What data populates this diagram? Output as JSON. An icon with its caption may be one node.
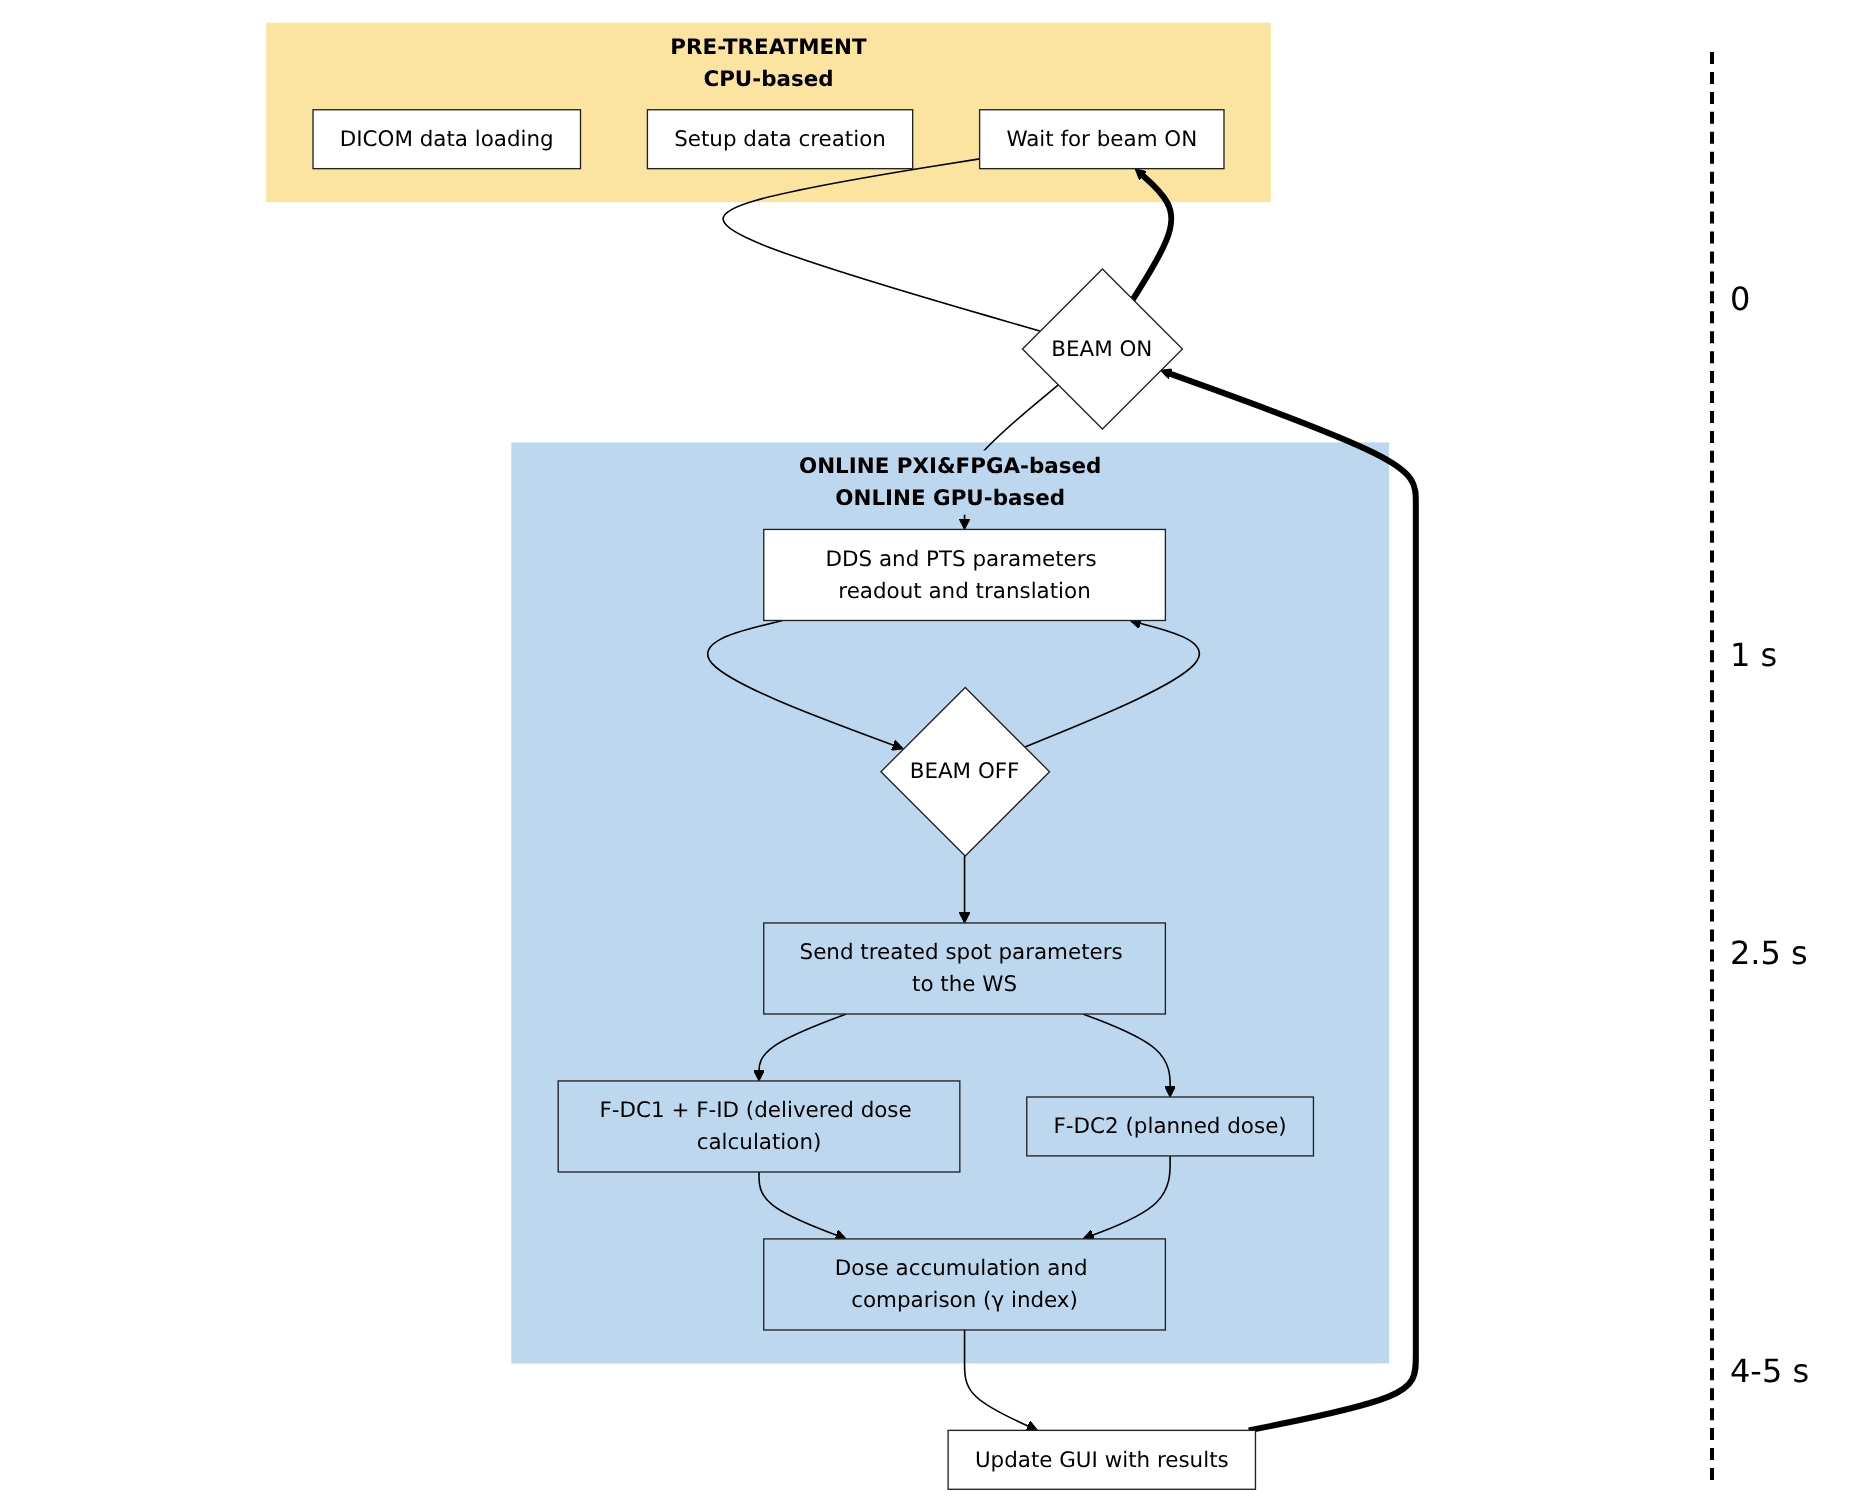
{
  "diagram": {
    "nodes": [
      {
        "text": [
          "PRE-TREATMENT",
          "CPU-based"
        ]
      },
      {
        "text": [
          "DICOM data loading"
        ],
        "in": 0
      },
      {
        "text": [
          "Setup data creation"
        ],
        "in": 0
      },
      {
        "text": [
          "Wait for beam ON"
        ],
        "in": 0
      },
      {
        "text": [
          "BEAM ON"
        ]
      },
      {
        "text": [
          "ONLINE PXI&FPGA-based",
          "ONLINE GPU-based"
        ]
      },
      {
        "text": [
          "DDS and PTS parameters readout and translation"
        ],
        "in": 5
      },
      {
        "text": [
          "BEAM OFF"
        ],
        "in": 5
      },
      {
        "text": [
          "Send treated spot parameters to the WS"
        ],
        "in": 5
      },
      {
        "text": [
          "F-DC1 + F-ID (delivered dose calculation)"
        ],
        "in": 5
      },
      {
        "text": [
          "F-DC2 (planned dose)"
        ],
        "in": 5
      },
      {
        "text": [
          "Dose accumulation and comparison (γ index)"
        ],
        "in": 5
      },
      {
        "text": [
          "Update GUI with results"
        ]
      }
    ],
    "edges": [
      {
        "from": 3,
        "to": 4,
        "arrow": "none"
      },
      {
        "from": 4,
        "to": 3,
        "arrow": "to",
        "style": "thick"
      },
      {
        "from": 4,
        "to": 6,
        "arrow": "to"
      },
      {
        "from": 6,
        "to": 7,
        "arrow": "to"
      },
      {
        "from": 7,
        "to": 6,
        "arrow": "to"
      },
      {
        "from": 7,
        "to": 8,
        "arrow": "to"
      },
      {
        "from": 8,
        "to": 9,
        "arrow": "to"
      },
      {
        "from": 8,
        "to": 10,
        "arrow": "to"
      },
      {
        "from": 9,
        "to": 11,
        "arrow": "to"
      },
      {
        "from": 10,
        "to": 11,
        "arrow": "to"
      },
      {
        "from": 11,
        "to": 12,
        "arrow": "to"
      },
      {
        "from": 12,
        "to": 4,
        "arrow": "to",
        "style": "thick"
      }
    ],
    "labels": [
      "0",
      "1 s",
      "2.5 s",
      "4-5 s"
    ]
  }
}
